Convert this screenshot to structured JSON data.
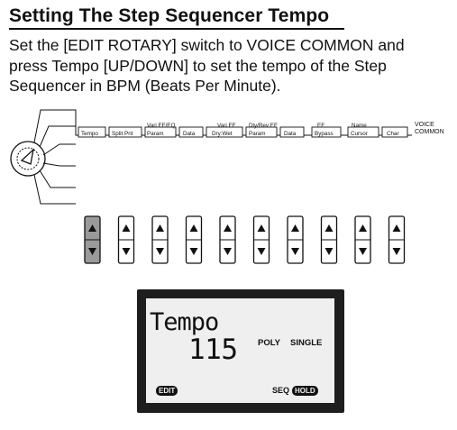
{
  "section": {
    "title": "Setting The Step Sequencer Tempo",
    "body_lines": [
      "Set the [EDIT ROTARY] switch to VOICE COMMON and",
      "press Tempo [UP/DOWN] to set the tempo of the Step",
      "Sequencer in BPM (Beats Per Minute)."
    ]
  },
  "rotary": {
    "labels": [
      {
        "top": "",
        "bottom": "Tempo"
      },
      {
        "top": "",
        "bottom": "Split Pnt"
      },
      {
        "top": "Vari EF/EQ",
        "bottom": "Param"
      },
      {
        "top": "",
        "bottom": "Data"
      },
      {
        "top": "Vari EF",
        "bottom": "Dry:Wet"
      },
      {
        "top": "Dly/Rev EF",
        "bottom": "Param"
      },
      {
        "top": "",
        "bottom": "Data"
      },
      {
        "top": "EF",
        "bottom": "Bypass"
      },
      {
        "top": "Name",
        "bottom": "Cursor"
      },
      {
        "top": "",
        "bottom": "Char"
      }
    ],
    "selected_position": "VOICE COMMON",
    "position_label_line1": "VOICE",
    "position_label_line2": "COMMON"
  },
  "buttons": {
    "count": 10,
    "highlighted_index": 0
  },
  "lcd": {
    "title": "Tempo",
    "value": "115",
    "poly": "POLY",
    "single": "SINGLE",
    "edit": "EDIT",
    "seq": "SEQ",
    "hold": "HOLD"
  },
  "colors": {
    "text": "#111111",
    "highlight_button": "#9a9a9a",
    "lcd_frame": "#1e1e1e",
    "lcd_screen": "#efefef"
  }
}
